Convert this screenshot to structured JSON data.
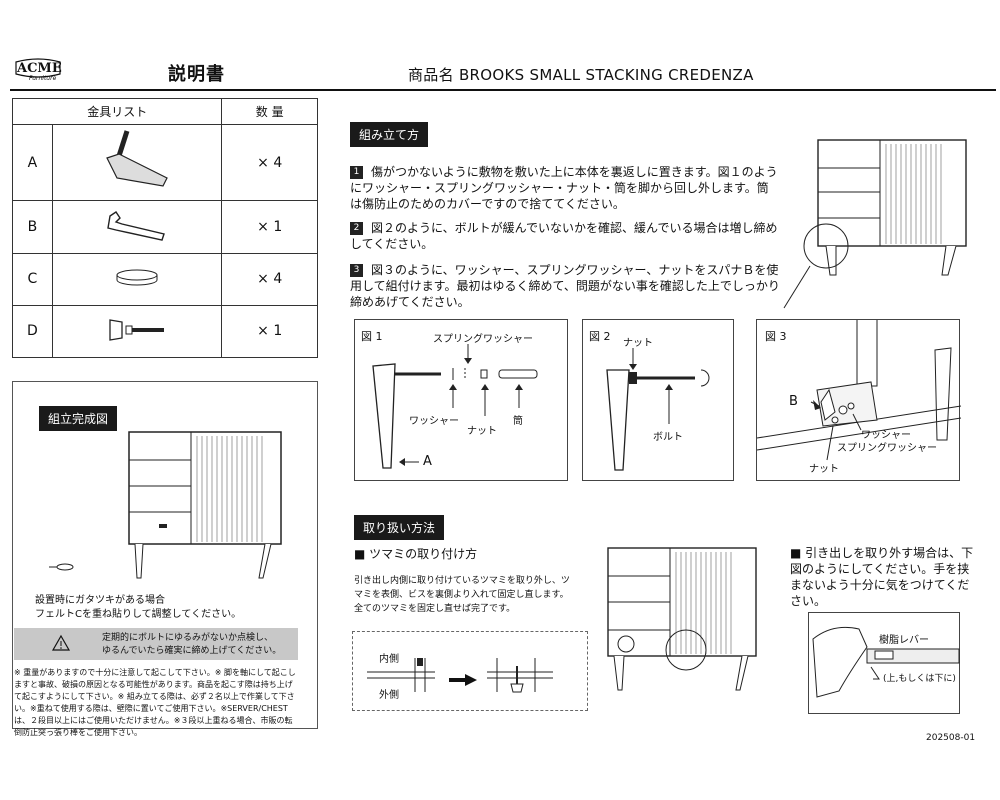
{
  "header": {
    "logo_text": "ACME",
    "logo_sub": "Furniture",
    "title": "説明書",
    "product": "商品名 BROOKS SMALL STACKING CREDENZA"
  },
  "parts": {
    "col_item": "金具リスト",
    "col_qty": "数 量",
    "rows": [
      {
        "letter": "A",
        "qty": "× 4"
      },
      {
        "letter": "B",
        "qty": "× 1"
      },
      {
        "letter": "C",
        "qty": "× 4"
      },
      {
        "letter": "D",
        "qty": "× 1"
      }
    ]
  },
  "completed": {
    "heading": "組立完成図",
    "note1": "設置時にガタツキがある場合",
    "note2": "フェルトCを重ね貼りして調整してください。",
    "warning1": "定期的にボルトにゆるみがないか点検し、",
    "warning2": "ゆるんでいたら確実に締め上げてください。",
    "fine_print": "※ 重量がありますので十分に注意して起こして下さい。※ 脚を軸にして起こしますと事故、破損の原因となる可能性があります。商品を起こす際は持ち上げて起こすようにして下さい。※ 組み立てる際は、必ず２名以上で作業して下さい。※重ねて使用する際は、壁際に置いてご使用下さい。※SERVER/CHEST は、２段目以上にはご使用いただけません。※３段以上重ねる場合、市販の転倒防止突っ張り棒をご使用下さい。"
  },
  "assembly": {
    "heading": "組み立て方",
    "steps": [
      {
        "n": "1",
        "text": "傷がつかないように敷物を敷いた上に本体を裏返しに置きます。図１のようにワッシャー・スプリングワッシャー・ナット・筒を脚から回し外します。筒は傷防止のためのカバーですので捨ててください。"
      },
      {
        "n": "2",
        "text": "図２のように、ボルトが緩んでいないかを確認、緩んでいる場合は増し締めしてください。"
      },
      {
        "n": "3",
        "text": "図３のように、ワッシャー、スプリングワッシャー、ナットをスパナＢを使用して組付けます。最初はゆるく締めて、問題がない事を確認した上でしっかり締めあげてください。"
      }
    ],
    "fig1": {
      "label": "図 1",
      "spring": "スプリングワッシャー",
      "washer": "ワッシャー",
      "nut": "ナット",
      "tube": "筒",
      "a": "A"
    },
    "fig2": {
      "label": "図 2",
      "nut": "ナット",
      "bolt": "ボルト"
    },
    "fig3": {
      "label": "図 3",
      "b": "B",
      "washer": "ワッシャー",
      "spring": "スプリングワッシャー",
      "nut": "ナット"
    }
  },
  "handling": {
    "heading": "取り扱い方法",
    "knob_title": "■ ツマミの取り付け方",
    "knob_text": "引き出し内側に取り付けているツマミを取り外し、ツマミを表側、ビスを裏側より入れて固定し直します。全てのツマミを固定し直せば完了です。",
    "inside": "内側",
    "outside": "外側",
    "drawer_text": "■ 引き出しを取り外す場合は、下図のようにしてください。手を挟まないよう十分に気をつけてください。",
    "lever": "樹脂レバー",
    "lever_dir": "(上,もしくは下に)"
  },
  "footer": {
    "code": "202508-01"
  }
}
